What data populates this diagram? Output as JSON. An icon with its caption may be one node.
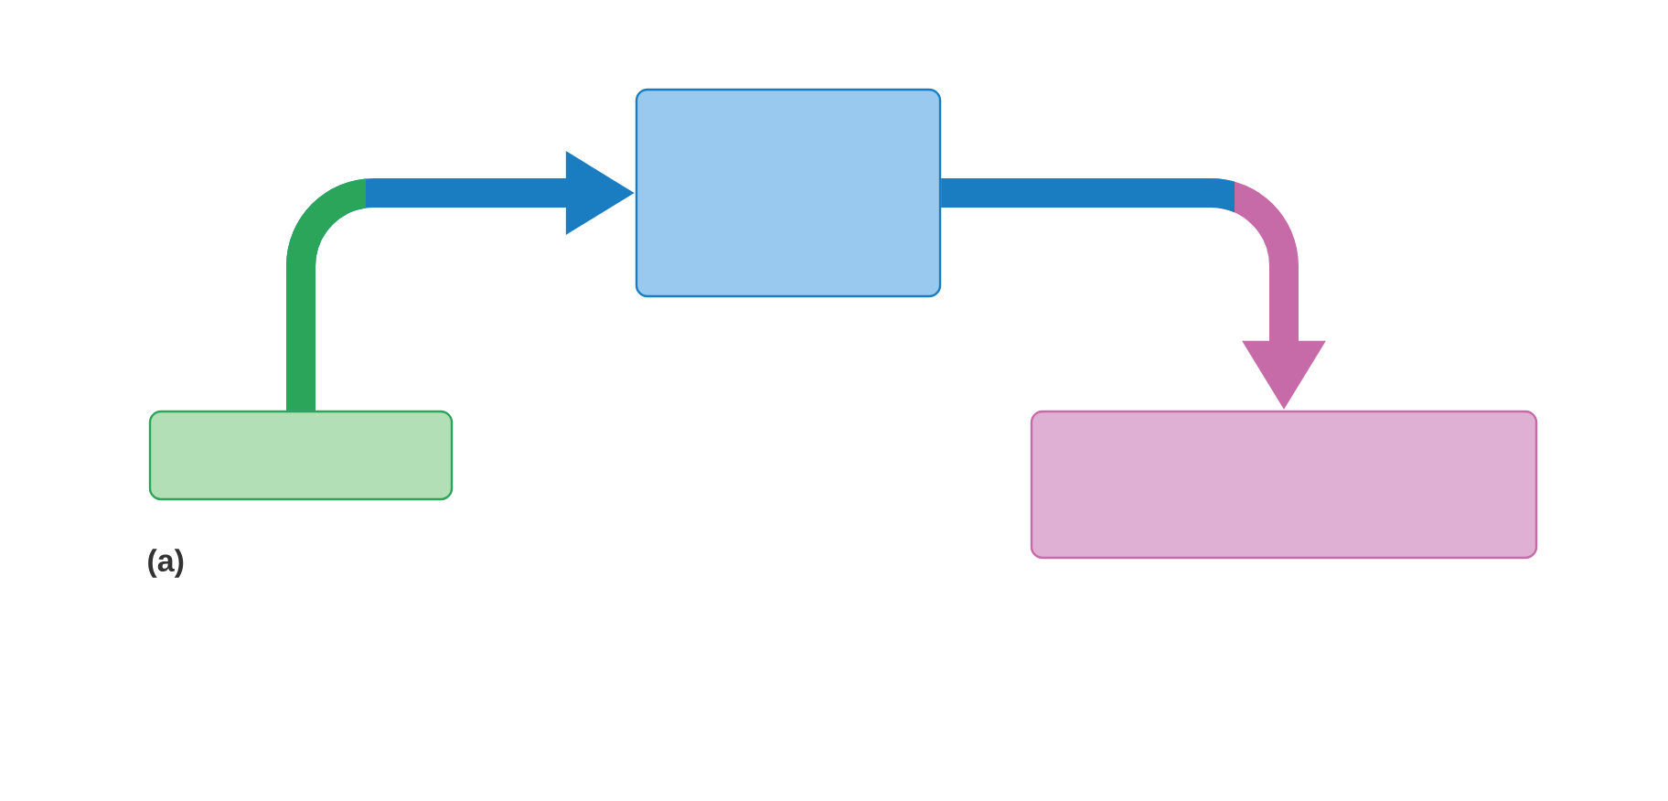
{
  "diagram": {
    "nodes": [
      {
        "text": [],
        "shape": "box"
      },
      {
        "text": [],
        "shape": "box"
      },
      {
        "text": [],
        "shape": "box"
      }
    ],
    "edges": [
      {
        "from": 0,
        "to": 1,
        "arrow": "to",
        "color": "#2aa55a"
      },
      {
        "from": 1,
        "to": 2,
        "arrow": "to",
        "color": "#1a7dc2"
      }
    ],
    "labels": [
      "(a)"
    ]
  }
}
